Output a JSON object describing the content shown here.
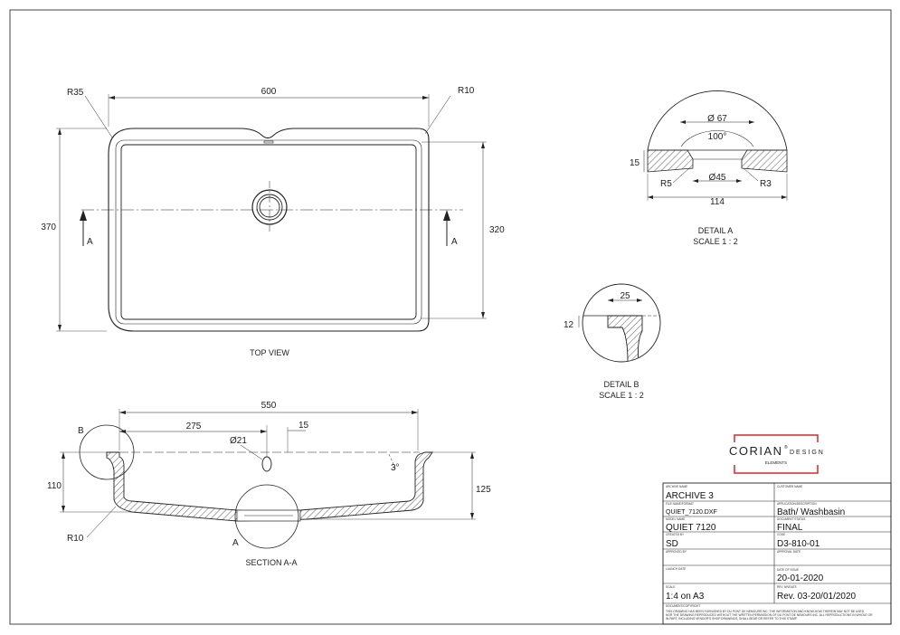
{
  "top_view": {
    "label": "TOP VIEW",
    "dims": {
      "width": "600",
      "height_outer": "370",
      "height_inner": "320",
      "r_left": "R35",
      "r_right": "R10",
      "section_mark": "A"
    }
  },
  "section": {
    "label": "SECTION A-A",
    "dims": {
      "width": "550",
      "half": "275",
      "offset": "15",
      "hole": "Ø21",
      "depth_left": "110",
      "depth_right": "125",
      "radius": "R10",
      "angle": "3°",
      "detail_b_mark": "B",
      "detail_a_mark": "A"
    }
  },
  "detail_a": {
    "title": "DETAIL A",
    "scale": "SCALE 1 : 2",
    "dims": {
      "d67": "Ø 67",
      "angle": "100°",
      "thickness": "15",
      "d45": "Ø45",
      "r5": "R5",
      "r3": "R3",
      "width": "114"
    }
  },
  "detail_b": {
    "title": "DETAIL B",
    "scale": "SCALE 1 : 2",
    "dims": {
      "width": "25",
      "height": "12"
    }
  },
  "logo": {
    "brand": "CORIAN",
    "mark": "®",
    "suffix": "DESIGN",
    "sub": "ELEMENTS"
  },
  "title_block": {
    "archive_name_label": "ARCHIVE NAME",
    "archive_name": "ARCHIVE 3",
    "customer_label": "CUSTOMER NAME",
    "customer": "",
    "file_label": "FILE NAME/FORMAT",
    "file": "QUIET_7120.DXF",
    "application_label": "APPLICATION/DESCRIPTION",
    "application": "Bath/ Washbasin",
    "model_label": "MODEL NAME",
    "model": "QUIET 7120",
    "status_label": "DOCUMENT STATUS",
    "status": "FINAL",
    "created_label": "CREATED BY",
    "created": "SD",
    "code_label": "CODE",
    "code": "D3-810-01",
    "approved_label": "APPROVED BY",
    "approved": "",
    "approval_date_label": "APPROVAL DATE",
    "approval_date": "",
    "launch_label": "LAUNCH DATE",
    "launch": "",
    "issue_label": "DATE OF ISSUE",
    "issue": "20-01-2020",
    "scale_label": "SCALE",
    "scale": "1:4 on A3",
    "rev_label": "REV. NR/DATE",
    "rev": "Rev. 03-20/01/2020",
    "copyright_label": "DOCUMENT/COPYRIGHT",
    "copyright_1": "THIS DRAWING HAS BEEN FURNISHED BY DU PONT DE NEMOURS INC. THE INFORMATION AND KNOW-HOW THEREIN MAY NOT BE USED",
    "copyright_2": "NOR THE DRAWING REPRODUCED WITHOUT THE WRITTEN PERMISSION OF DU PONT DE NEMOURS INC. ALL REPRODUCTIONS IN WHOLE OR",
    "copyright_3": "IN PART, INCLUDING VENDOR'S SHOP DRAWINGS, SHALL BEAR OR REFER TO THIS STAMP."
  },
  "colors": {
    "line": "#222222",
    "accent": "#d5262b",
    "hatch": "#333333"
  }
}
